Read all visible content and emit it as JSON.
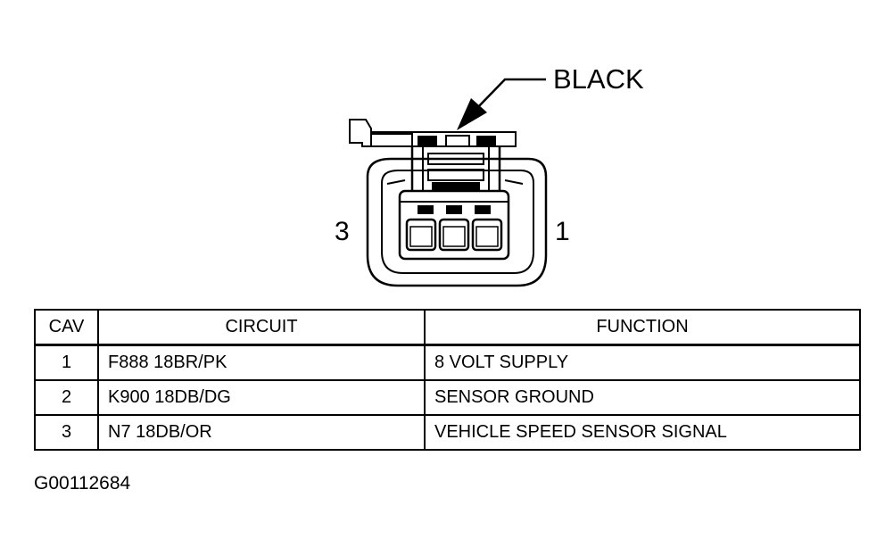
{
  "connector": {
    "color_label": "BLACK",
    "pin_labels": {
      "left": "3",
      "right": "1"
    }
  },
  "table": {
    "headers": [
      "CAV",
      "CIRCUIT",
      "FUNCTION"
    ],
    "rows": [
      {
        "cav": "1",
        "circuit": "F888 18BR/PK",
        "function": "8 VOLT SUPPLY"
      },
      {
        "cav": "2",
        "circuit": "K900 18DB/DG",
        "function": "SENSOR GROUND"
      },
      {
        "cav": "3",
        "circuit": "N7 18DB/OR",
        "function": "VEHICLE SPEED SENSOR SIGNAL"
      }
    ]
  },
  "figure_id": "G00112684"
}
